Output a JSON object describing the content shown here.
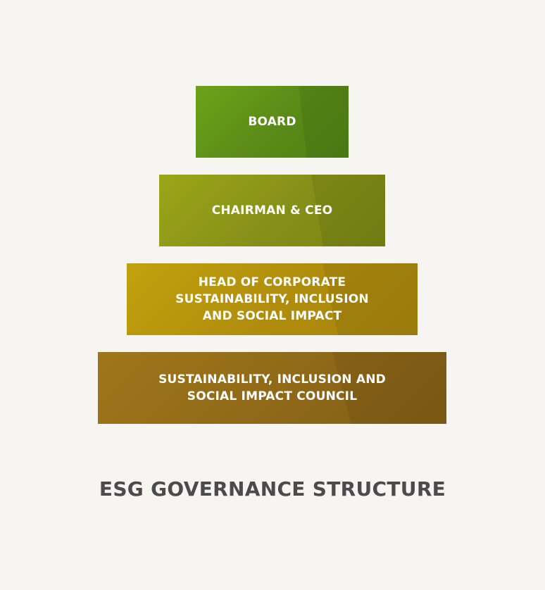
{
  "diagram": {
    "title": "ESG GOVERNANCE STRUCTURE",
    "tiers": [
      {
        "label": "BOARD",
        "color": "#5a8a17"
      },
      {
        "label": "CHAIRMAN & CEO",
        "color": "#868f18"
      },
      {
        "label": "HEAD OF CORPORATE\nSUSTAINABILITY, INCLUSION\nAND SOCIAL IMPACT",
        "color": "#b08c0d"
      },
      {
        "label": "SUSTAINABILITY, INCLUSION AND\nSOCIAL IMPACT COUNCIL",
        "color": "#8f6918"
      }
    ]
  }
}
